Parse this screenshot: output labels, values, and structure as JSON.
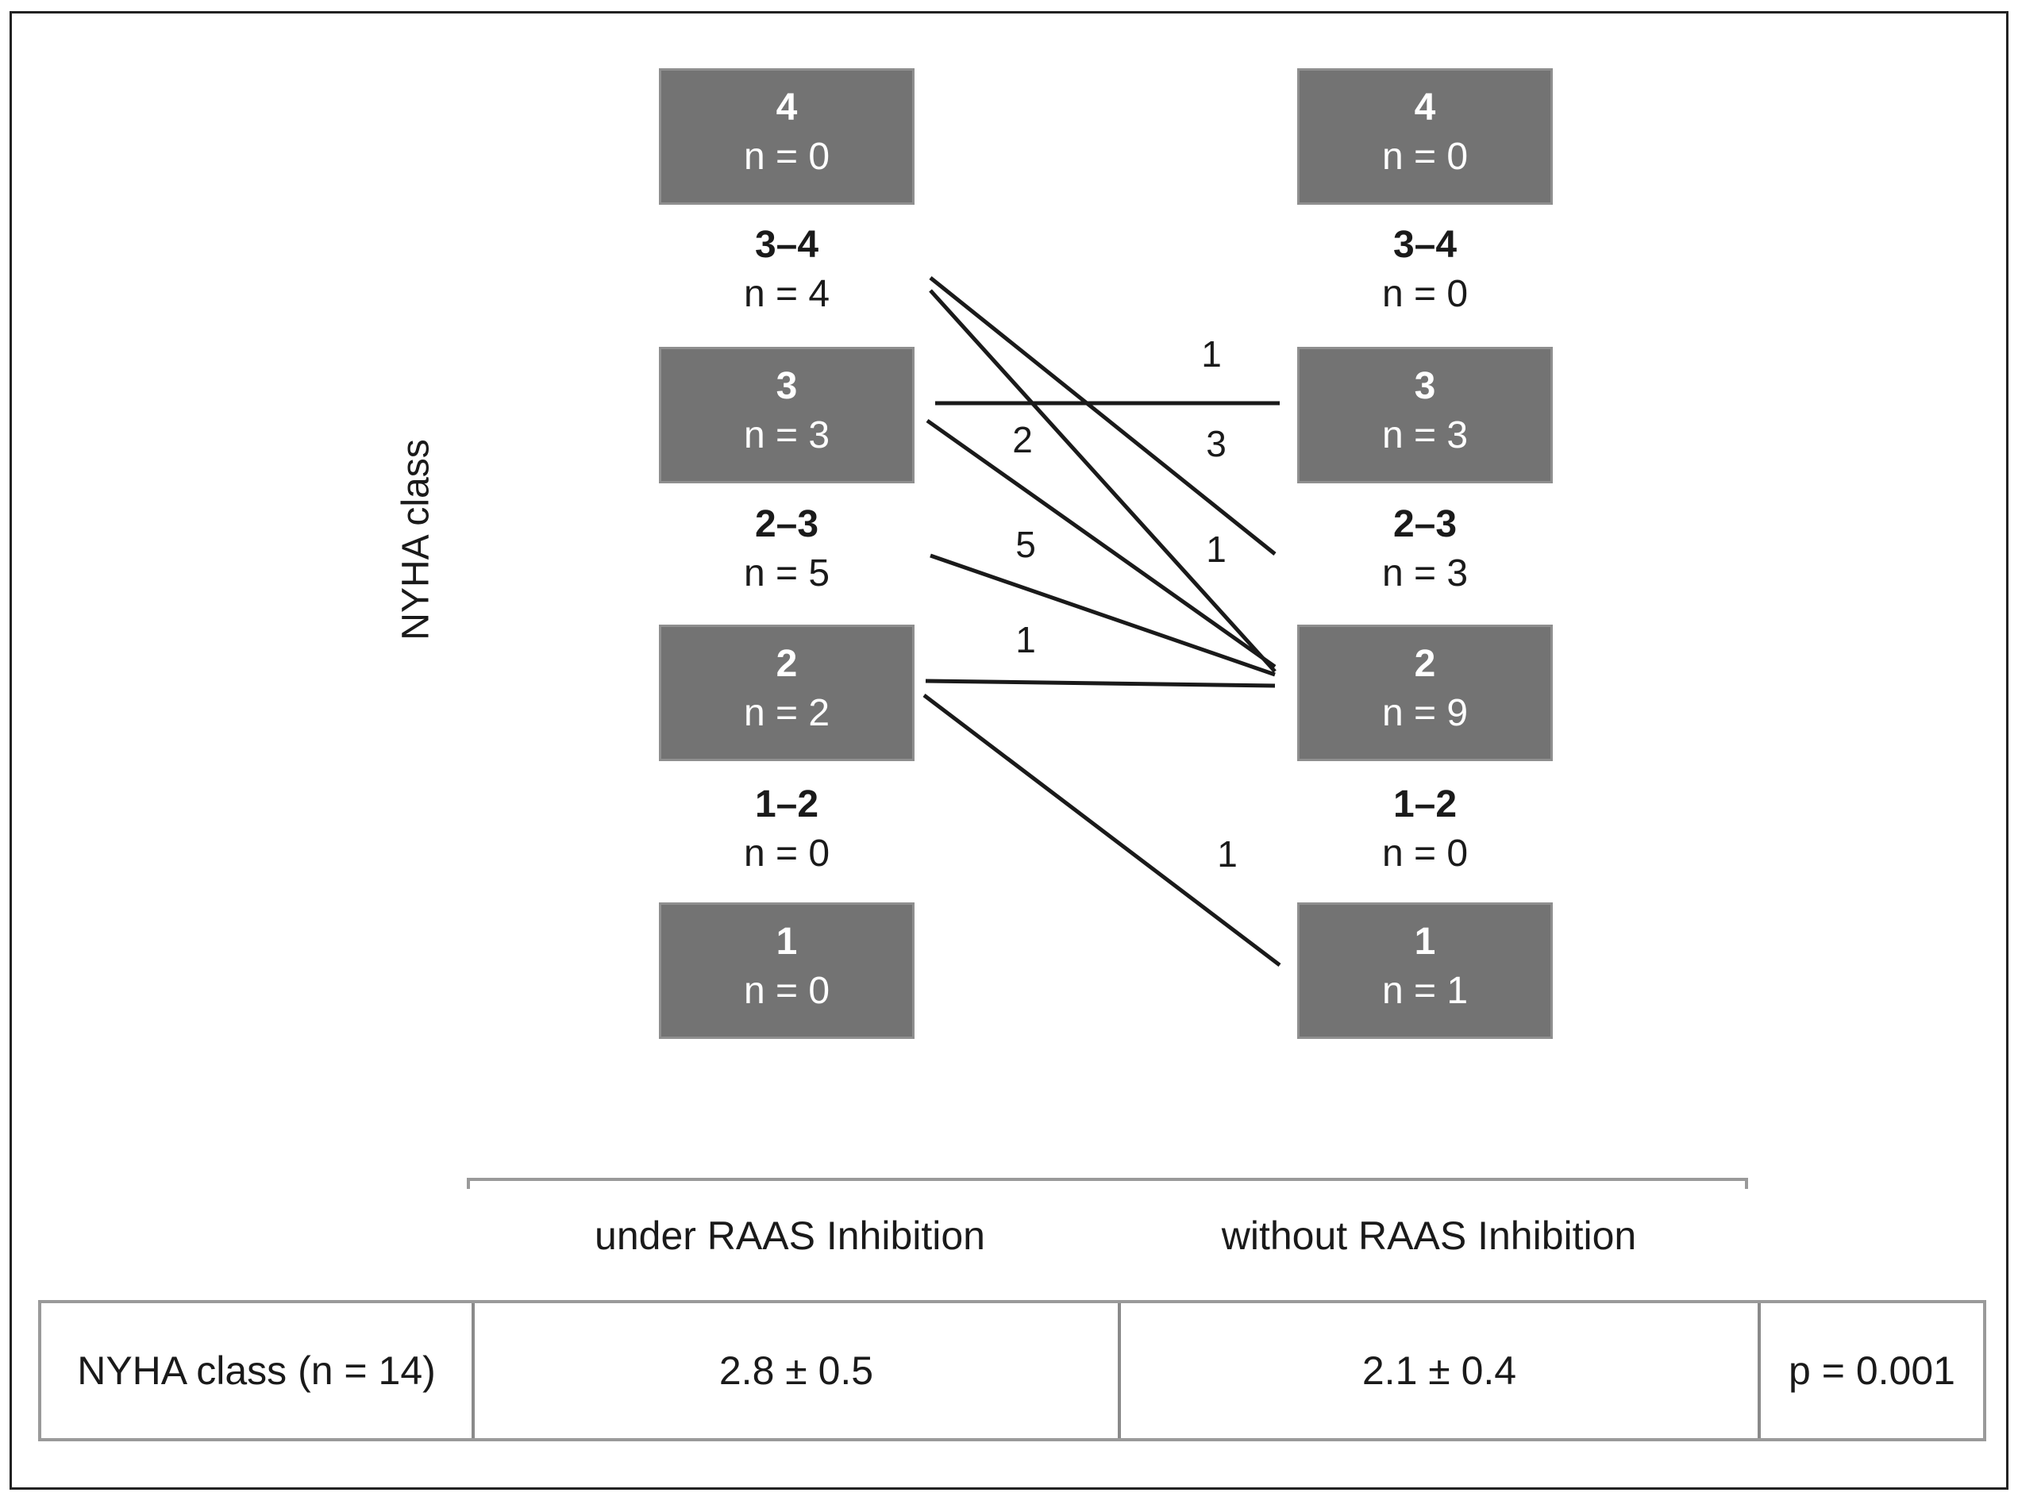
{
  "axis_label": "NYHA class",
  "left_column": {
    "group_label": "under RAAS Inhibition",
    "nodes": [
      {
        "class": "4",
        "count": "n = 0"
      },
      {
        "class": "3",
        "count": "n = 3"
      },
      {
        "class": "2",
        "count": "n = 2"
      },
      {
        "class": "1",
        "count": "n = 0"
      }
    ],
    "between": [
      {
        "class": "3–4",
        "count": "n = 4"
      },
      {
        "class": "2–3",
        "count": "n = 5"
      },
      {
        "class": "1–2",
        "count": "n = 0"
      }
    ]
  },
  "right_column": {
    "group_label": "without RAAS Inhibition",
    "nodes": [
      {
        "class": "4",
        "count": "n = 0"
      },
      {
        "class": "3",
        "count": "n = 3"
      },
      {
        "class": "2",
        "count": "n = 9"
      },
      {
        "class": "1",
        "count": "n = 1"
      }
    ],
    "between": [
      {
        "class": "3–4",
        "count": "n = 0"
      },
      {
        "class": "2–3",
        "count": "n = 3"
      },
      {
        "class": "1–2",
        "count": "n = 0"
      }
    ]
  },
  "transitions": [
    {
      "from": "3–4",
      "to": "2–3",
      "count": "3"
    },
    {
      "from": "3–4",
      "to": "2",
      "count": "1"
    },
    {
      "from": "3",
      "to": "3",
      "count": "1"
    },
    {
      "from": "3",
      "to": "2",
      "count": "2"
    },
    {
      "from": "2–3",
      "to": "2",
      "count": "5"
    },
    {
      "from": "2",
      "to": "2",
      "count": "1"
    },
    {
      "from": "2",
      "to": "1",
      "count": "1"
    }
  ],
  "table": {
    "row_label": "NYHA class (n = 14)",
    "under_value": "2.8 ± 0.5",
    "without_value": "2.1 ± 0.4",
    "p_value": "p = 0.001"
  }
}
